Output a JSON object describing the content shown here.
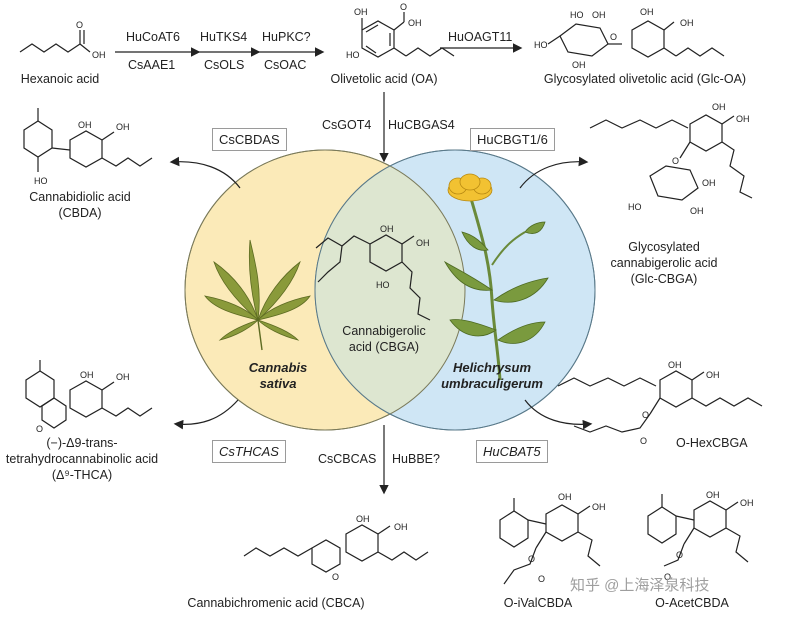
{
  "top": {
    "hexanoic_acid": "Hexanoic acid",
    "enzyme_1a": "HuCoAT6",
    "enzyme_1b": "CsAAE1",
    "enzyme_2a": "HuTKS4",
    "enzyme_2b": "CsOLS",
    "enzyme_3a": "HuPKC?",
    "enzyme_3b": "CsOAC",
    "olivetolic_acid": "Olivetolic acid (OA)",
    "enzyme_4": "HuOAGT11",
    "glc_oa": "Glycosylated olivetolic acid (Glc-OA)"
  },
  "center": {
    "enzyme_cbga_a": "CsGOT4",
    "enzyme_cbga_b": "HuCBGAS4",
    "cbga_line1": "Cannabigerolic",
    "cbga_line2": "acid (CBGA)",
    "species_left_line1": "Cannabis",
    "species_left_line2": "sativa",
    "species_right_line1": "Helichrysum",
    "species_right_line2": "umbraculigerum",
    "enzyme_cbca_a": "CsCBCAS",
    "enzyme_cbca_b": "HuBBE?",
    "cbca": "Cannabichromenic acid (CBCA)"
  },
  "left": {
    "box_cbdas": "CsCBDAS",
    "cbda_line1": "Cannabidiolic acid",
    "cbda_line2": "(CBDA)",
    "box_thcas": "CsTHCAS",
    "thca_line1": "(−)-Δ9-trans-",
    "thca_line2": "tetrahydrocannabinolic acid",
    "thca_line3": "(Δ⁹-THCA)"
  },
  "right": {
    "box_cbgt": "HuCBGT1/6",
    "glc_cbga_line1": "Glycosylated",
    "glc_cbga_line2": "cannabigerolic acid",
    "glc_cbga_line3": "(Glc-CBGA)",
    "box_cbat": "HuCBAT5",
    "hexcbga": "O-HexCBGA",
    "ivalcbda": "O-iValCBDA",
    "acetcbda": "O-AcetCBDA"
  },
  "chem_atoms": {
    "oh": "OH",
    "o": "O",
    "ho": "HO"
  },
  "watermark": "知乎 @上海泽泉科技",
  "colors": {
    "cannabis_circle": "#fbeab8",
    "helichrysum_circle": "#cfe6f5",
    "overlap": "#dde6d0",
    "leaf": "#8a9a3a",
    "flower": "#f2c232",
    "stem": "#6a8a3a",
    "line": "#222222"
  }
}
